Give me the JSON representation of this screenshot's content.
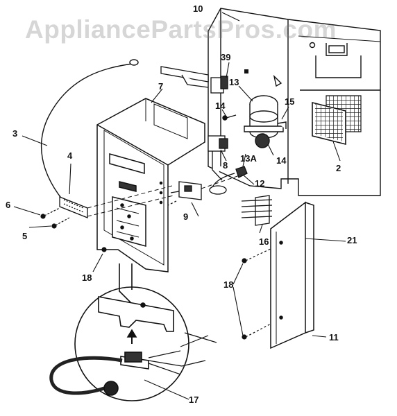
{
  "watermark": "AppliancePartsPros.com",
  "callouts": {
    "c2": "2",
    "c3": "3",
    "c4": "4",
    "c5": "5",
    "c6": "6",
    "c7": "7",
    "c8": "8",
    "c9": "9",
    "c10": "10",
    "c11": "11",
    "c12": "12",
    "c13": "13",
    "c13a": "13A",
    "c14a": "14",
    "c14b": "14",
    "c15": "15",
    "c16": "16",
    "c17": "17",
    "c18a": "18",
    "c18b": "18",
    "c21": "21",
    "c39": "39"
  },
  "colors": {
    "ink": "#111111",
    "screen": "#555555",
    "paper": "#ffffff"
  }
}
